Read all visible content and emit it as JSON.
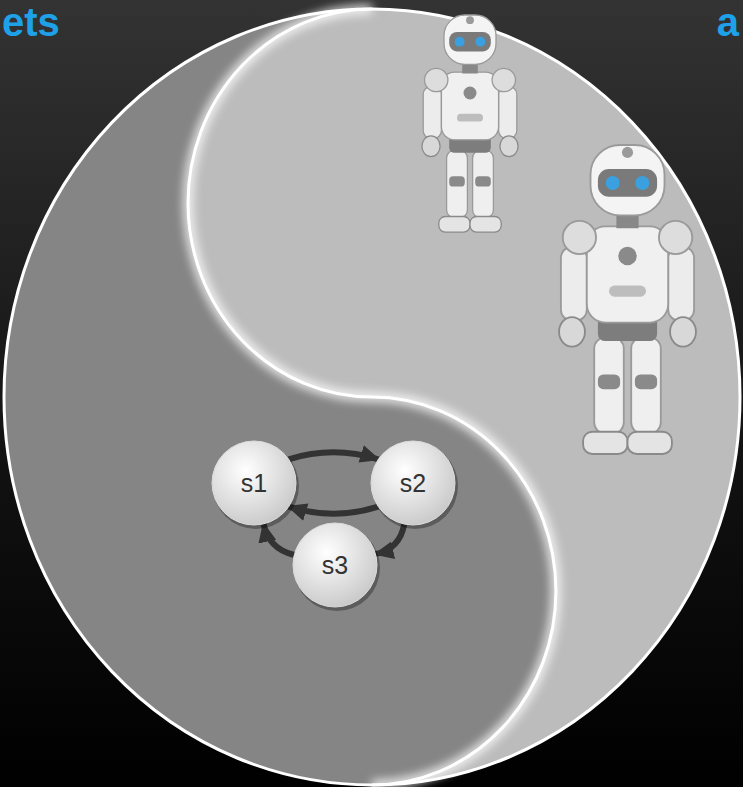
{
  "diagram": {
    "nodes": [
      {
        "text": [
          "s1"
        ]
      },
      {
        "text": [
          "s2"
        ]
      },
      {
        "text": [
          "s3"
        ]
      }
    ],
    "edges": [
      {
        "from": 0,
        "to": 1,
        "arrow": "to"
      },
      {
        "from": 1,
        "to": 0,
        "arrow": "to"
      },
      {
        "from": 1,
        "to": 2,
        "arrow": "to"
      },
      {
        "from": 2,
        "to": 0,
        "arrow": "to"
      }
    ],
    "labels": [
      "ets",
      "a"
    ]
  }
}
